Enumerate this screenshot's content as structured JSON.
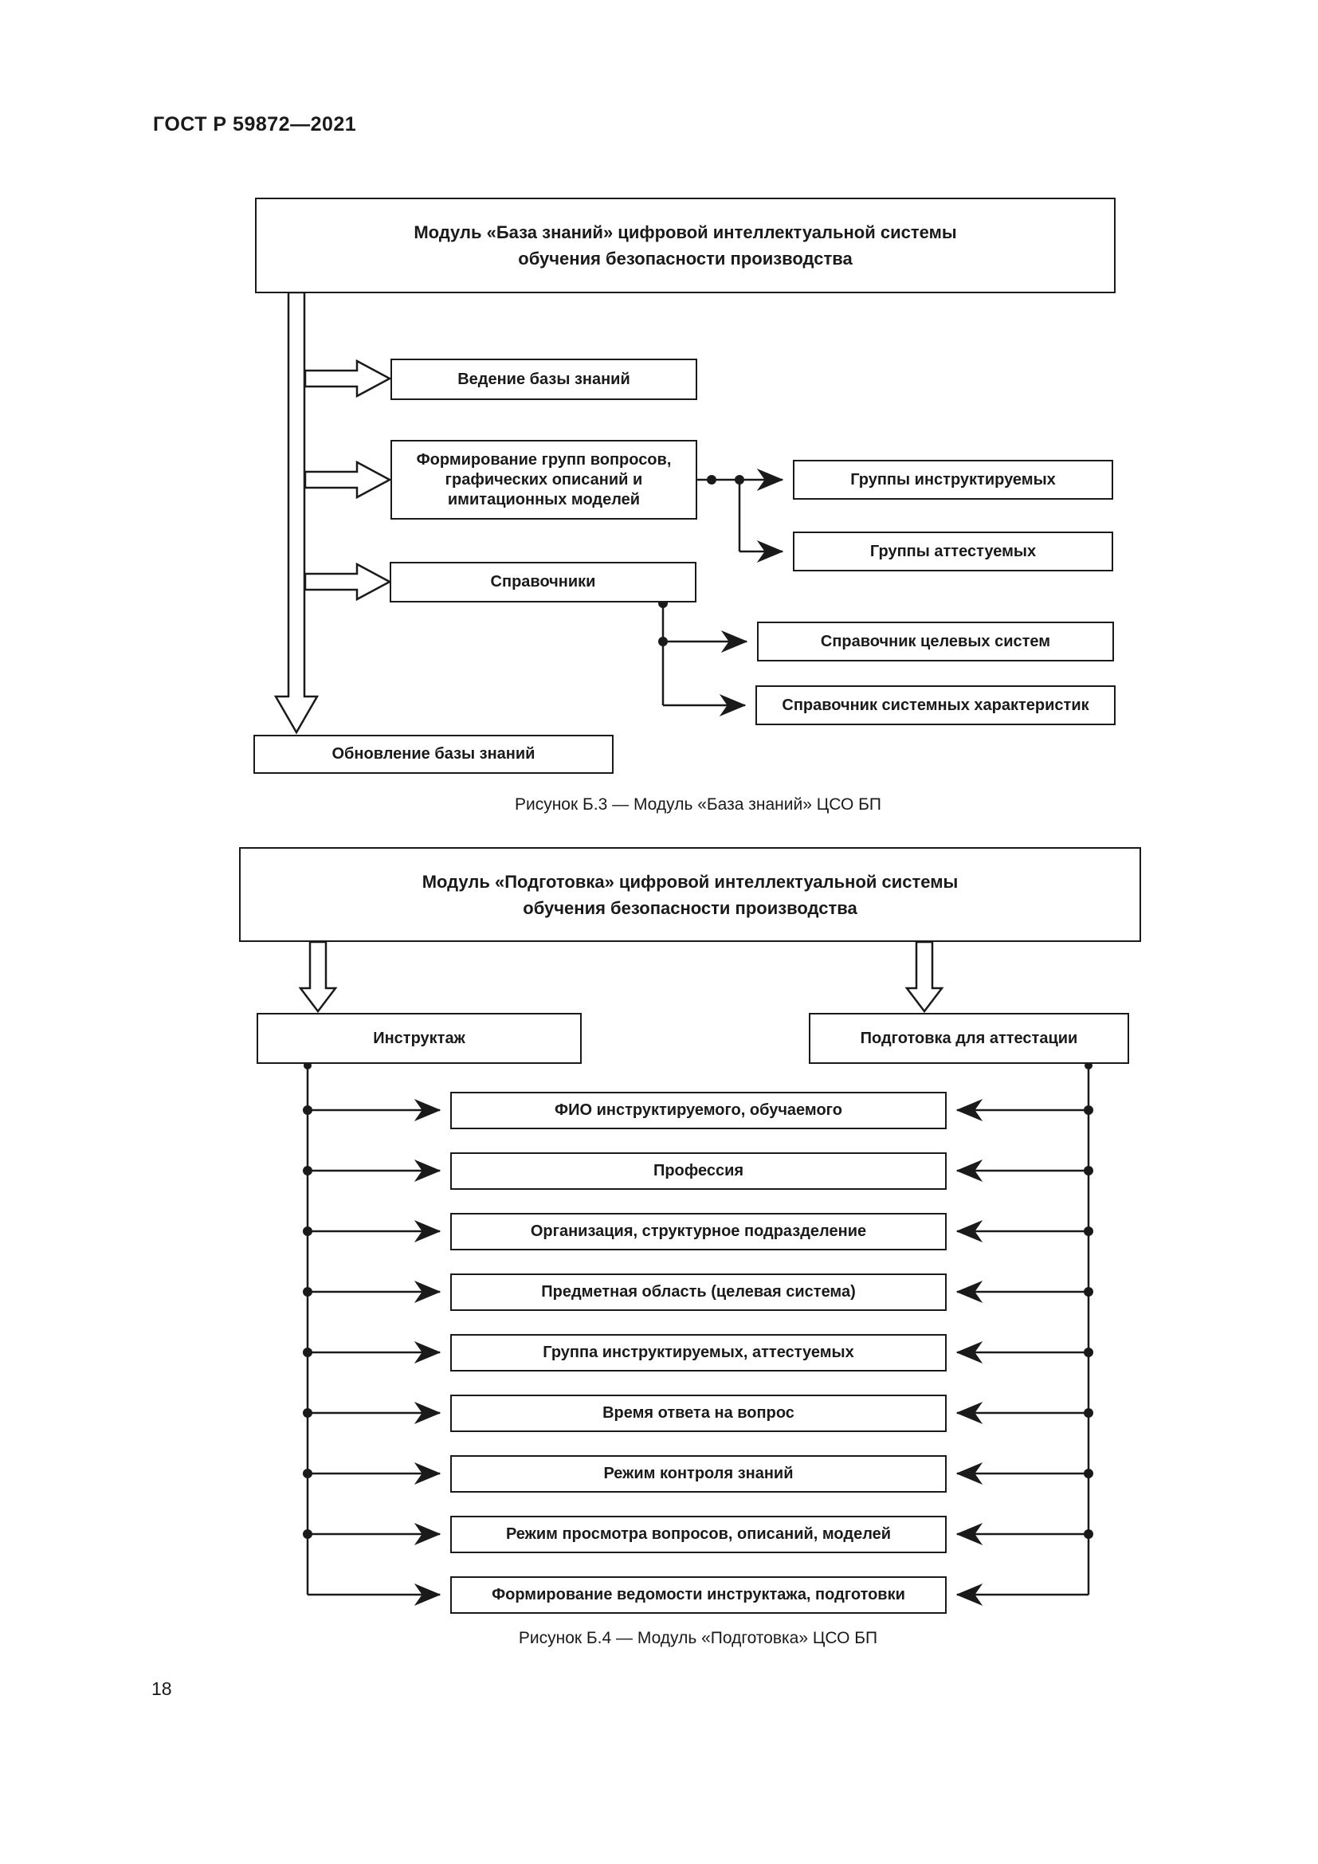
{
  "page": {
    "header": "ГОСТ Р 59872—2021",
    "page_number": "18"
  },
  "figure_b3": {
    "title_line1": "Модуль «База знаний» цифровой интеллектуальной системы",
    "title_line2": "обучения безопасности производства",
    "nodes": {
      "vedenie": "Ведение базы знаний",
      "formirovanie": "Формирование групп вопросов, графических описаний и имитационных моделей",
      "spravochniki": "Справочники",
      "obnovlenie": "Обновление базы знаний",
      "gruppy_instruktiruemyh": "Группы инструктируемых",
      "gruppy_attestuemyh": "Группы аттестуемых",
      "spravochnik_tselevyh": "Справочник целевых систем",
      "spravochnik_sistemnyh": "Справочник системных характеристик"
    },
    "caption": "Рисунок Б.3 — Модуль «База знаний» ЦСО БП"
  },
  "figure_b4": {
    "title_line1": "Модуль «Подготовка» цифровой интеллектуальной системы",
    "title_line2": "обучения безопасности производства",
    "nodes": {
      "instruktazh": "Инструктаж",
      "podgotovka": "Подготовка для аттестации"
    },
    "rows": [
      "ФИО инструктируемого, обучаемого",
      "Профессия",
      "Организация, структурное подразделение",
      "Предметная область (целевая система)",
      "Группа инструктируемых, аттестуемых",
      "Время ответа на вопрос",
      "Режим контроля знаний",
      "Режим просмотра вопросов, описаний, моделей",
      "Формирование ведомости инструктажа, подготовки"
    ],
    "caption": "Рисунок Б.4 — Модуль «Подготовка» ЦСО БП"
  },
  "colors": {
    "ink": "#1a1a1a",
    "paper": "#ffffff"
  }
}
